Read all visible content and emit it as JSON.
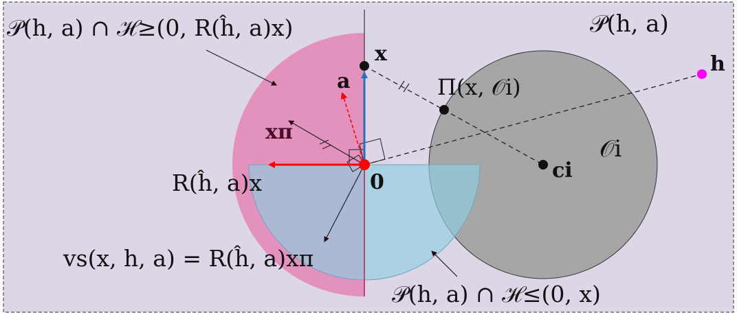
{
  "labels": {
    "region_title": "𝒫(h, a)",
    "pink_region": "𝒫(h, a) ∩ ℋ≥(0, R(ĥ, a)x)",
    "blue_region": "𝒫(h, a) ∩ ℋ≤(0, x)",
    "vs_formula": "vs(x, h, a) = R(ĥ, a)xπ",
    "point_x": "x",
    "point_a": "a",
    "point_h": "h",
    "point_origin": "0",
    "point_ci": "ci",
    "obstacle": "𝒪i",
    "projection": "Π(x, 𝒪i)",
    "x_pi": "xπ",
    "rotated_x": "R(ĥ, a)x"
  },
  "colors": {
    "background": "#ddd6e6",
    "pink_fill": "#e38ab8",
    "blue_fill": "#8fcfe0",
    "obstacle_fill": "#a6a6a6",
    "red_arrow": "#ff0000",
    "blue_arrow": "#1e73c8",
    "h_point": "#ff00ff",
    "dark_label": "#4a0f26"
  }
}
